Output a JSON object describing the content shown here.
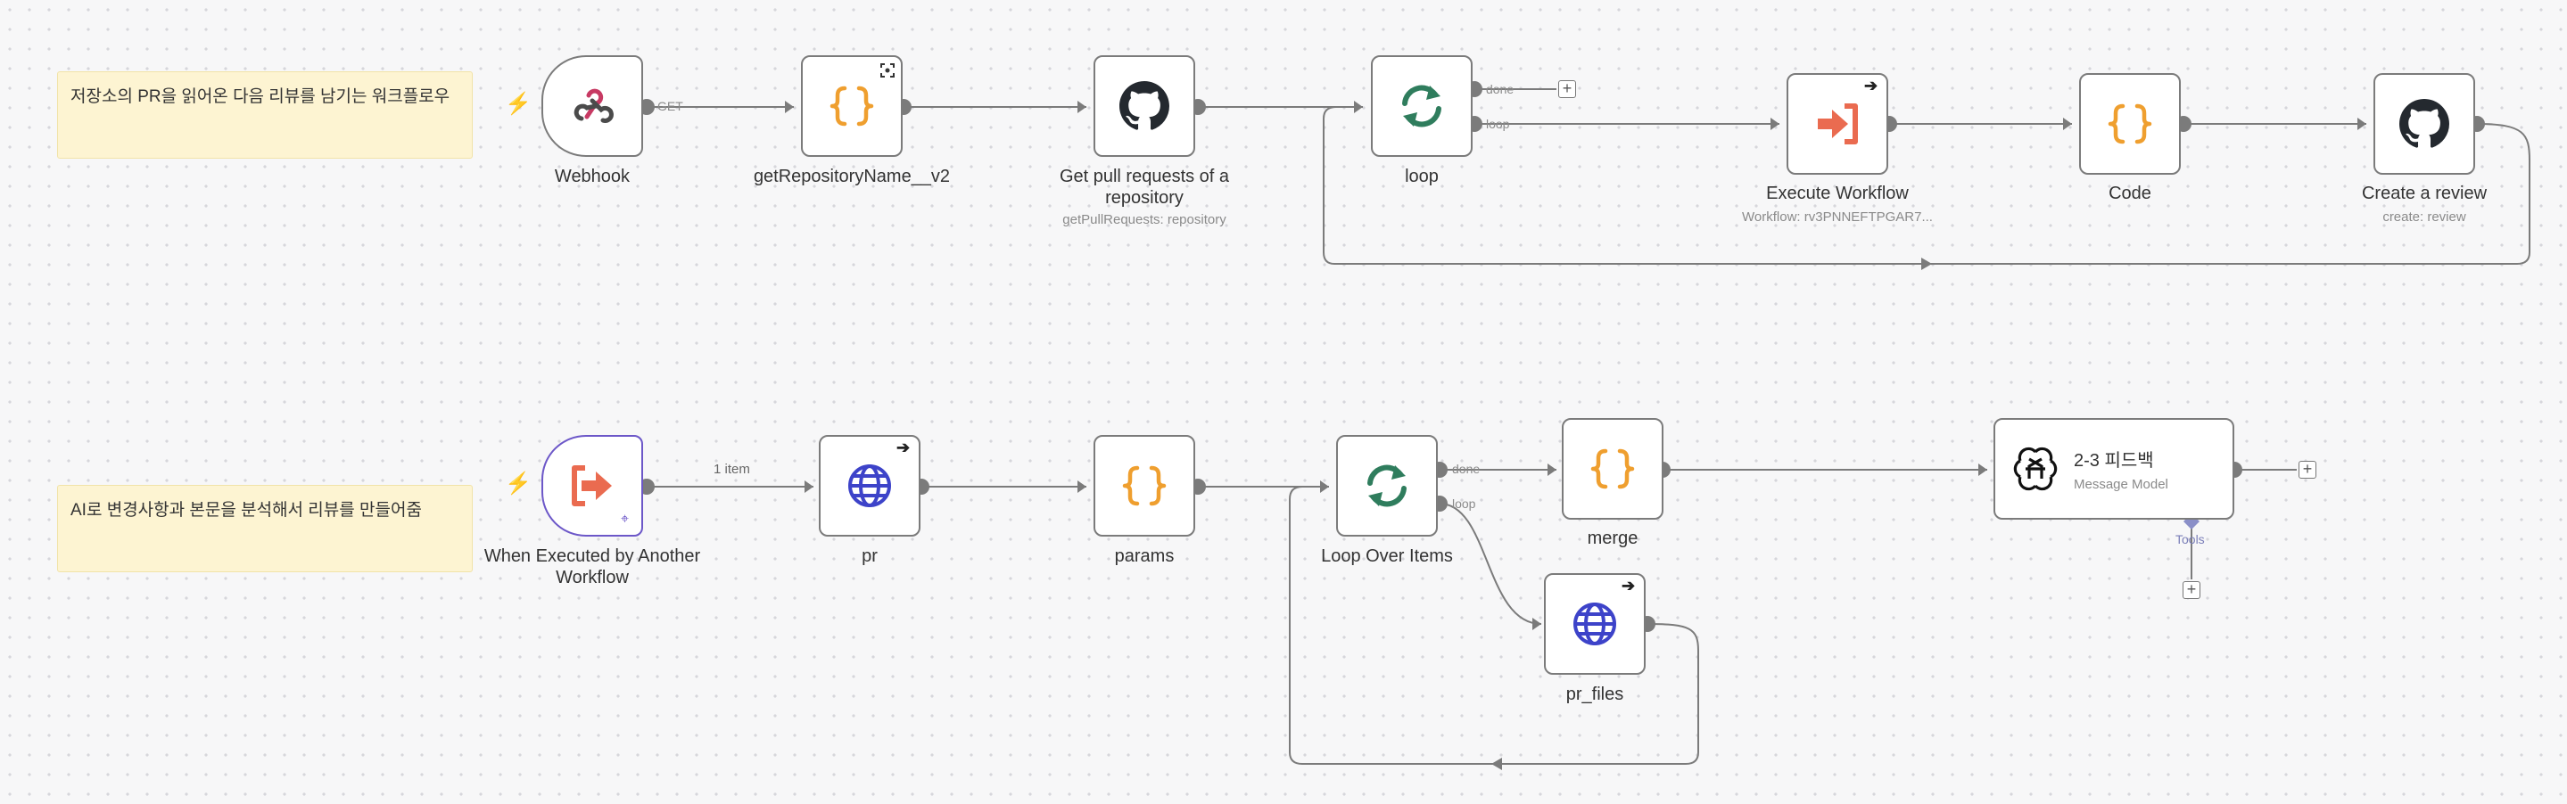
{
  "sticky_notes": [
    "저장소의 PR을 읽어온 다음 리뷰를 남기는 워크플로우",
    "AI로 변경사항과 본문을 분석해서 리뷰를 만들어줌"
  ],
  "workflow1": {
    "webhook": {
      "label": "Webhook",
      "icon": "webhook-icon",
      "port": "GET"
    },
    "get_repo": {
      "label": "getRepositoryName__v2",
      "icon": "code-braces-icon"
    },
    "get_prs": {
      "label": "Get pull requests of a repository",
      "sub": "getPullRequests: repository",
      "icon": "github-icon"
    },
    "loop": {
      "label": "loop",
      "icon": "loop-icon",
      "done": "done",
      "loop": "loop"
    },
    "execute": {
      "label": "Execute Workflow",
      "sub": "Workflow: rv3PNNEFTPGAR7...",
      "icon": "execute-workflow-icon"
    },
    "code": {
      "label": "Code",
      "icon": "code-braces-icon"
    },
    "review": {
      "label": "Create a review",
      "sub": "create: review",
      "icon": "github-icon"
    }
  },
  "workflow2": {
    "trigger": {
      "label": "When Executed by Another Workflow",
      "icon": "subworkflow-trigger-icon"
    },
    "edge_label": "1 item",
    "pr": {
      "label": "pr",
      "icon": "globe-icon"
    },
    "params": {
      "label": "params",
      "icon": "code-braces-icon"
    },
    "loop": {
      "label": "Loop Over Items",
      "icon": "loop-icon",
      "done": "done",
      "loop": "loop"
    },
    "merge": {
      "label": "merge",
      "icon": "code-braces-icon"
    },
    "pr_files": {
      "label": "pr_files",
      "icon": "globe-icon"
    },
    "ai": {
      "title": "2-3 피드백",
      "sub": "Message Model",
      "icon": "openai-icon",
      "tools": "Tools"
    }
  },
  "colors": {
    "brace": "#ef9f2f",
    "loop": "#2f7d5d",
    "trigger": "#ea6b50",
    "globe": "#3d43c9",
    "subtrigger_border": "#6c57c8"
  }
}
